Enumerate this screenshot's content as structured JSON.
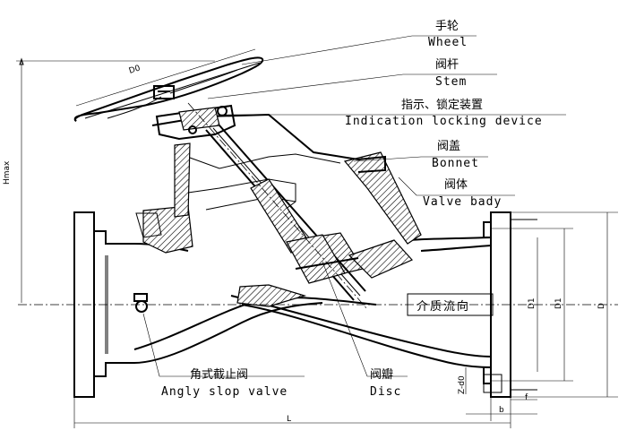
{
  "labels": {
    "handwheel_cn": "手轮",
    "handwheel_en": "Wheel",
    "stem_cn": "阀杆",
    "stem_en": "Stem",
    "locking_cn": "指示、锁定装置",
    "locking_en": "Indication locking device",
    "bonnet_cn": "阀盖",
    "bonnet_en": "Bonnet",
    "body_cn": "阀体",
    "body_en": "Valve bady",
    "flow_cn": "介质流向",
    "angle_cn": "角式截止阀",
    "angle_en": "Angly slop valve",
    "disc_cn": "阀瓣",
    "disc_en": "Disc"
  },
  "dimensions": {
    "d0": "D0",
    "height": "Hmax",
    "d1": "D1",
    "d2": "D1",
    "d": "D",
    "length": "L",
    "b": "b",
    "f": "f",
    "z_d0": "Z-d0"
  }
}
